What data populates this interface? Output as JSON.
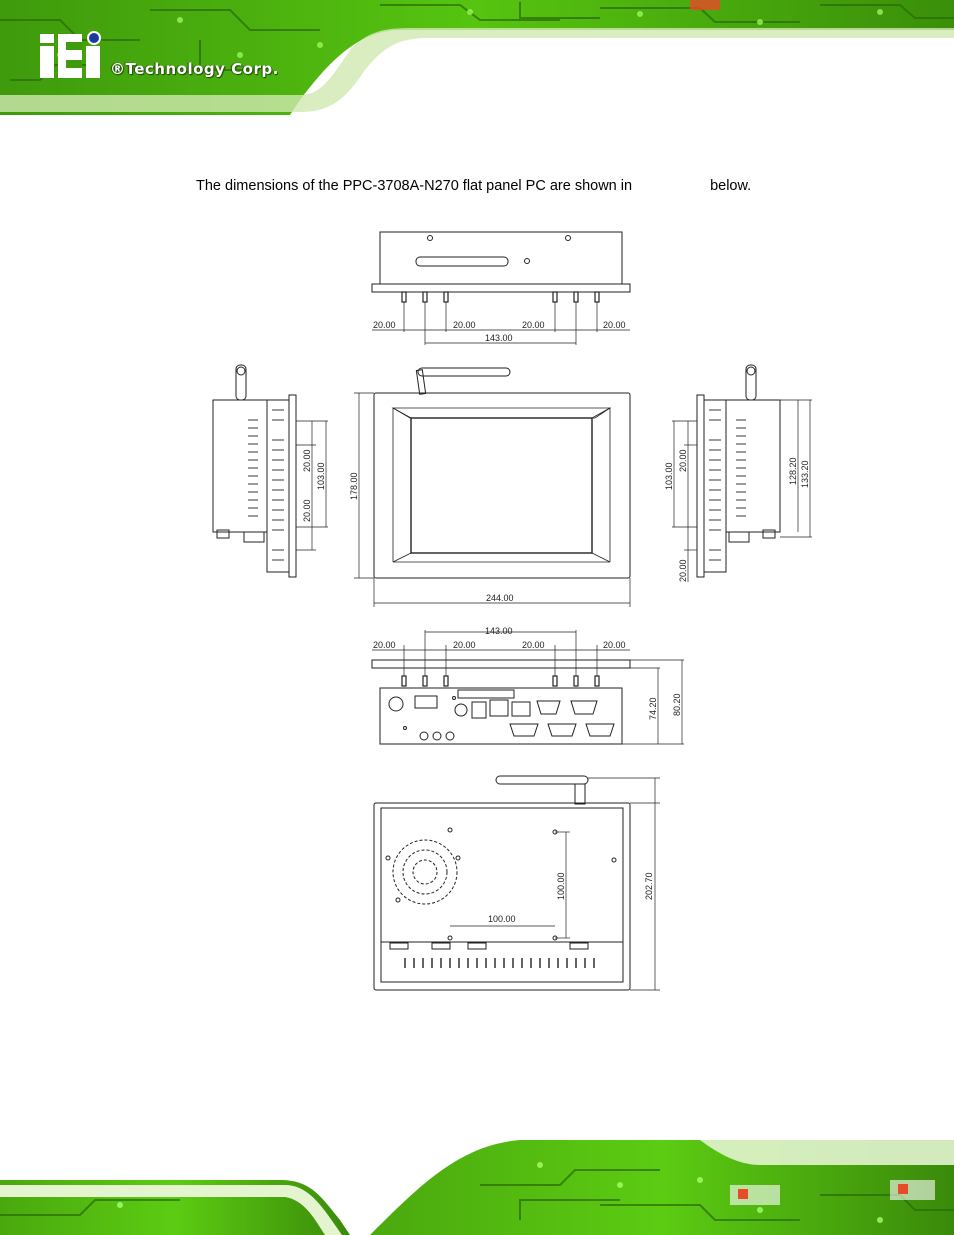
{
  "header": {
    "logo_mark": "iEi",
    "logo_text": "®Technology Corp."
  },
  "intro": {
    "before": "The dimensions of the PPC-3708A-N270 flat panel PC are shown in",
    "after": "below."
  },
  "dimensions": {
    "top_view": {
      "pitch_1": "20.00",
      "pitch_2": "20.00",
      "pitch_3": "20.00",
      "pitch_4": "20.00",
      "span": "143.00"
    },
    "left_view": {
      "pitch_top": "20.00",
      "span": "103.00",
      "pitch_bottom": "20.00"
    },
    "front_view": {
      "height": "178.00",
      "width": "244.00"
    },
    "right_view": {
      "span": "103.00",
      "pitch_top": "20.00",
      "pitch_bottom": "20.00",
      "height_inner": "128.20",
      "height_outer": "133.20"
    },
    "bottom_view": {
      "span": "143.00",
      "pitch_1": "20.00",
      "pitch_2": "20.00",
      "pitch_3": "20.00",
      "pitch_4": "20.00",
      "depth_inner": "74.20",
      "depth_outer": "80.20"
    },
    "rear_view": {
      "vesa_v": "100.00",
      "vesa_h": "100.00",
      "height": "202.70"
    }
  }
}
